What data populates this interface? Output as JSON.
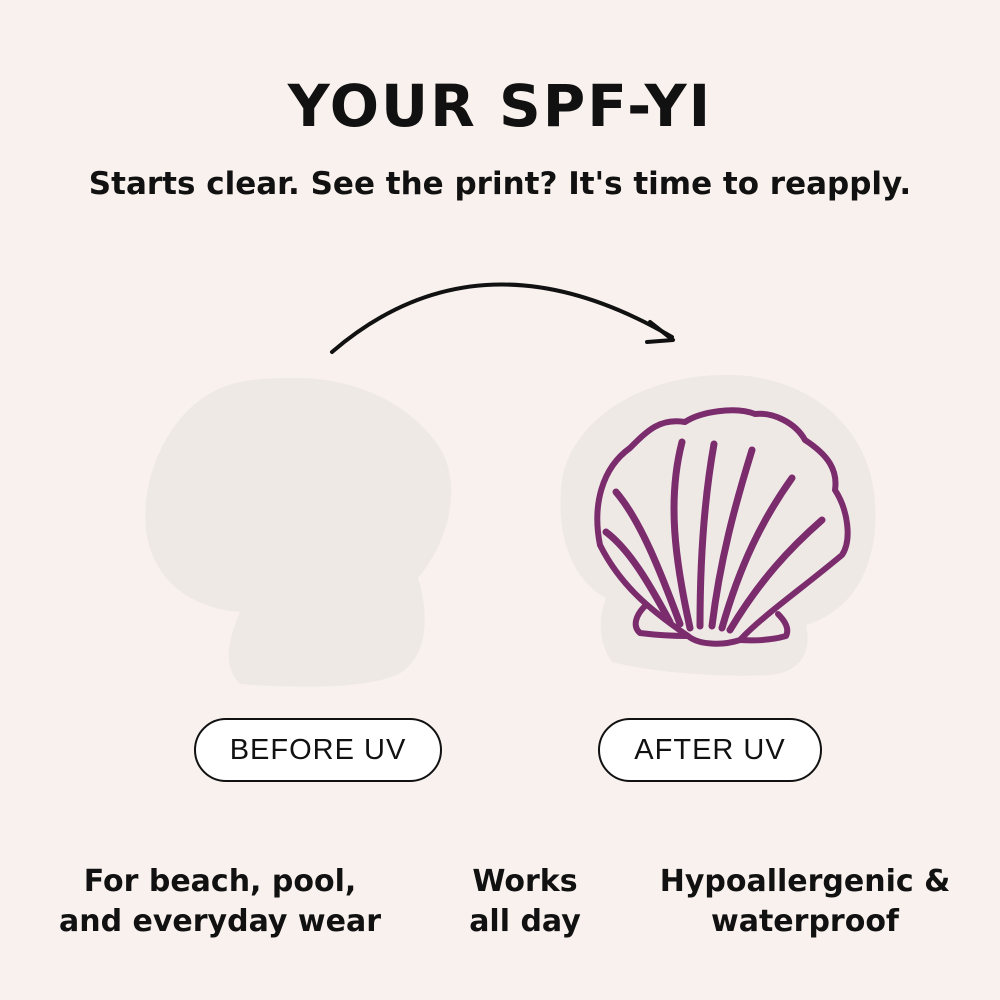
{
  "heading": {
    "title": "YOUR SPF-YI",
    "subtitle": "Starts clear. See the print? It's time to reapply."
  },
  "labels": {
    "before": "BEFORE UV",
    "after": "AFTER UV"
  },
  "features": [
    {
      "line1": "For beach, pool,",
      "line2": "and everyday wear"
    },
    {
      "line1": "Works",
      "line2": "all day"
    },
    {
      "line1": "Hypoallergenic &",
      "line2": "waterproof"
    }
  ],
  "colors": {
    "background": "#f8f1ed",
    "sticker": "#efe9e6",
    "print": "#7b2c6d",
    "ink": "#111111"
  },
  "icons": {
    "transition": "curved-arrow-icon",
    "print": "seashell-icon"
  }
}
